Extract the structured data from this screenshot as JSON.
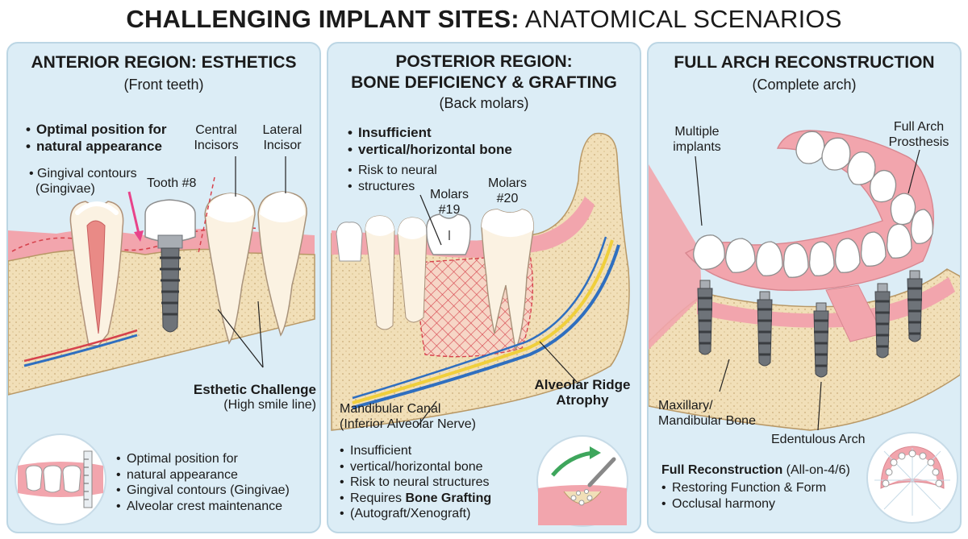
{
  "title": {
    "bold": "CHALLENGING IMPLANT SITES:",
    "light": "ANATOMICAL SCENARIOS"
  },
  "anterior": {
    "heading": "ANTERIOR REGION: ESTHETICS",
    "subheading": "(Front teeth)",
    "top_bullets": [
      "Optimal position for",
      "natural appearance"
    ],
    "labels": {
      "gingival_line1": "• Gingival contours",
      "gingival_line2": "(Gingivae)",
      "tooth8": "Tooth #8",
      "central_line1": "Central",
      "central_line2": "Incisors",
      "lateral_line1": "Lateral",
      "lateral_line2": "Incisor",
      "challenge_title": "Esthetic Challenge",
      "challenge_sub": "(High smile line)"
    },
    "bullets": [
      "Optimal position for",
      "natural appearance",
      "Gingival contours (Gingivae)",
      "Alveolar crest maintenance"
    ]
  },
  "posterior": {
    "heading_line1": "POSTERIOR REGION:",
    "heading_line2": "BONE DEFICIENCY & GRAFTING",
    "subheading": "(Back molars)",
    "top_bullets": [
      "Insufficient",
      "vertical/horizontal bone"
    ],
    "risk_line1": "Risk to neural",
    "risk_line2": "structures",
    "labels": {
      "m19_line1": "Molars",
      "m19_line2": "#19",
      "m20_line1": "Molars",
      "m20_line2": "#20",
      "atrophy_line1": "Alveolar Ridge",
      "atrophy_line2": "Atrophy",
      "canal_line1": "Mandibular Canal",
      "canal_line2": "(Inferior Alveolar Nerve)"
    },
    "bullets": {
      "b1_line1": "Insufficient",
      "b1_line2": "vertical/horizontal bone",
      "b2": "Risk to neural structures",
      "b3_prefix": "Requires ",
      "b3_bold": "Bone Grafting",
      "b3_line2": "(Autograft/Xenograft)"
    }
  },
  "full_arch": {
    "heading": "FULL ARCH RECONSTRUCTION",
    "subheading": "(Complete arch)",
    "labels": {
      "multiple_line1": "Multiple",
      "multiple_line2": "implants",
      "prosthesis_line1": "Full Arch",
      "prosthesis_line2": "Prosthesis",
      "bone_line1": "Maxillary/",
      "bone_line2": "Mandibular Bone",
      "edentulous": "Edentulous Arch"
    },
    "bottom": {
      "title_bold": "Full Reconstruction",
      "title_rest": " (All-on-4/6)",
      "bullets": [
        "Restoring Function & Form",
        "Occlusal harmony"
      ]
    }
  },
  "colors": {
    "panel_bg": "#dcedf6",
    "bone": "#f1dfb8",
    "gum": "#f2a5ad",
    "tooth": "#ffffff",
    "nerve_blue": "#2f6fc0",
    "nerve_yellow": "#f0cf3c",
    "graft_red": "#d6424c",
    "arrow_pink": "#e8438a",
    "arrow_green": "#3ea65c",
    "implant_gray": "#6e7379"
  }
}
